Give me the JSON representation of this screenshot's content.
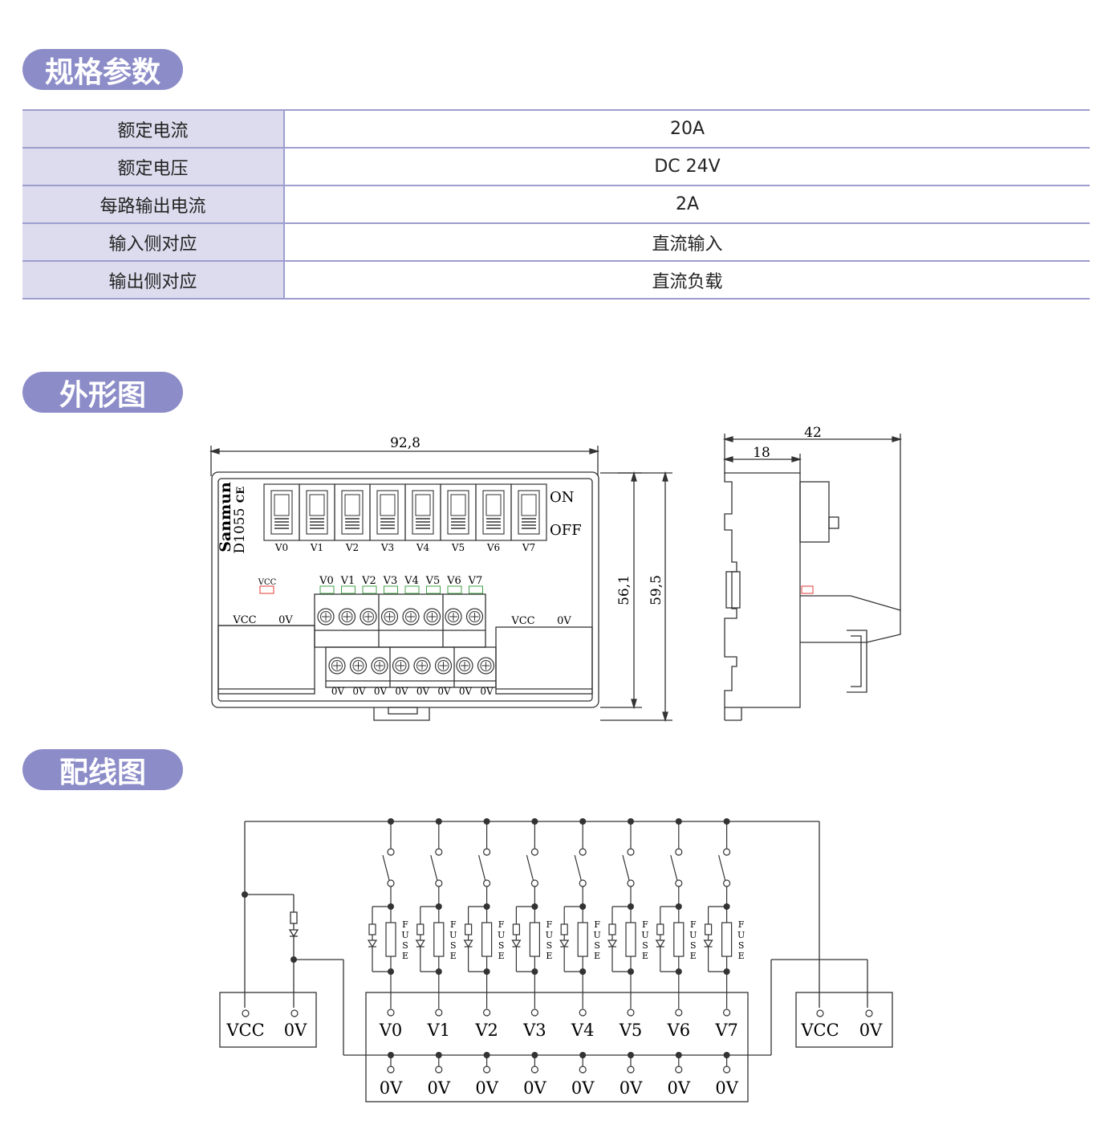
{
  "sections": {
    "specs_title": "规格参数",
    "outline_title": "外形图",
    "wiring_title": "配线图"
  },
  "specs": [
    {
      "label": "额定电流",
      "value": "20A"
    },
    {
      "label": "额定电压",
      "value": "DC 24V"
    },
    {
      "label": "每路输出电流",
      "value": "2A"
    },
    {
      "label": "输入侧对应",
      "value": "直流输入"
    },
    {
      "label": "输出侧对应",
      "value": "直流负载"
    }
  ],
  "outline": {
    "dim_width": "92,8",
    "dim_height_inner": "56,1",
    "dim_height_outer": "59,5",
    "dim_side_total": "42",
    "dim_side_front": "18",
    "brand": "Sanmun",
    "ce_mark": "CE",
    "model": "D1055",
    "switch_on": "ON",
    "switch_off": "OFF",
    "switch_labels": [
      "V0",
      "V1",
      "V2",
      "V3",
      "V4",
      "V5",
      "V6",
      "V7"
    ],
    "led_vcc": "VCC",
    "led_labels": [
      "V0",
      "V1",
      "V2",
      "V3",
      "V4",
      "V5",
      "V6",
      "V7"
    ],
    "left_block": [
      "VCC",
      "0V"
    ],
    "right_block": [
      "VCC",
      "0V"
    ],
    "bottom_labels": [
      "0V",
      "0V",
      "0V",
      "0V",
      "0V",
      "0V",
      "0V",
      "0V"
    ]
  },
  "wiring": {
    "left_box": [
      "VCC",
      "0V"
    ],
    "right_box": [
      "VCC",
      "0V"
    ],
    "outputs": [
      "V0",
      "V1",
      "V2",
      "V3",
      "V4",
      "V5",
      "V6",
      "V7"
    ],
    "grounds": [
      "0V",
      "0V",
      "0V",
      "0V",
      "0V",
      "0V",
      "0V",
      "0V"
    ],
    "fuse_text": "FUSE"
  }
}
